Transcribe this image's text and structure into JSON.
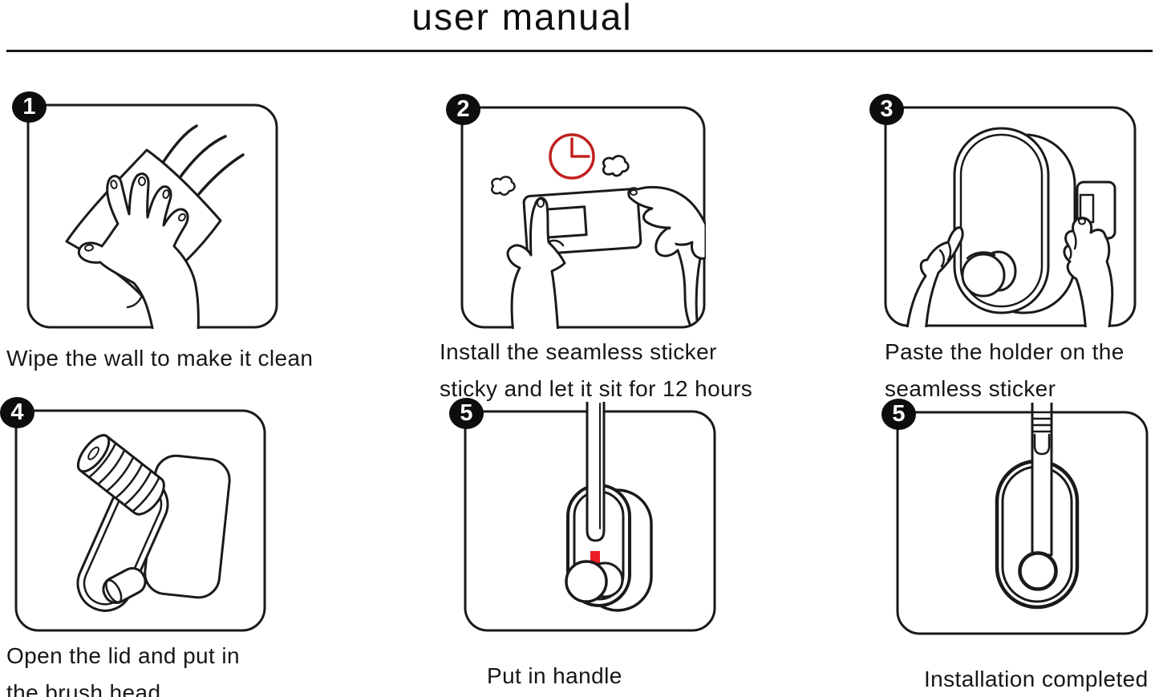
{
  "title": "user manual",
  "colors": {
    "line": "#1a1a1a",
    "clock_red": "#c0211f",
    "arrow_red": "#ec1c24",
    "badge_bg": "#0d0d0d"
  },
  "steps": [
    {
      "number": "1",
      "line1": "Wipe the wall to make it clean",
      "line2": "",
      "illustration": "wipe-wall"
    },
    {
      "number": "2",
      "line1": "Install the seamless sticker",
      "line2": "sticky and let it sit for 12 hours",
      "illustration": "install-seamless-sticker"
    },
    {
      "number": "3",
      "line1": "Paste the holder on the",
      "line2": "seamless sticker",
      "illustration": "paste-holder"
    },
    {
      "number": "4",
      "line1": "Open the lid and put in",
      "line2": "the brush head",
      "illustration": "open-lid-insert-brush-head"
    },
    {
      "number": "5",
      "line1": "Put in handle",
      "line2": "",
      "illustration": "put-in-handle"
    },
    {
      "number": "5",
      "line1": "Installation completed",
      "line2": "",
      "illustration": "installation-completed"
    }
  ]
}
